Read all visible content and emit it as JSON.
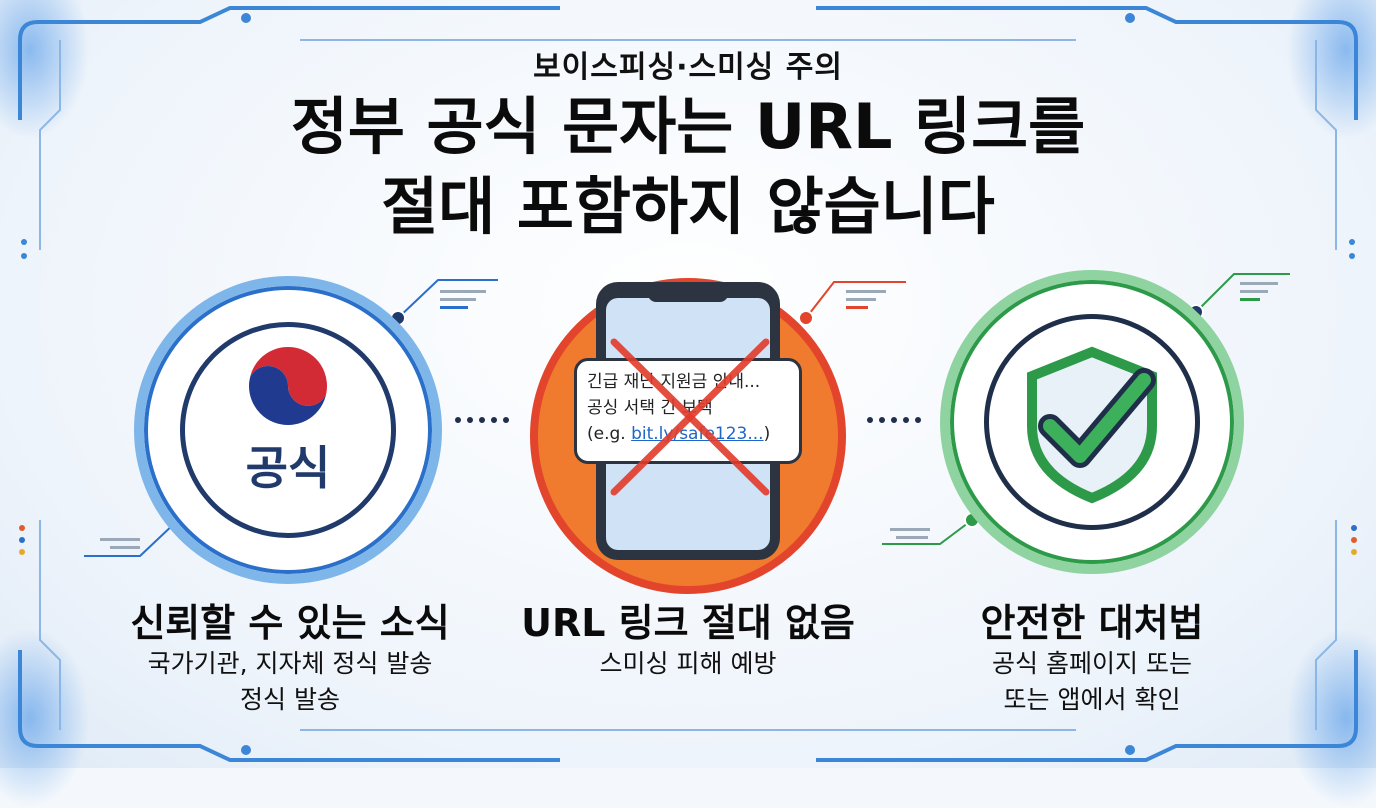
{
  "header": {
    "kicker": "보이스피싱·스미싱 주의",
    "headline_line1": "정부 공식 문자는 URL 링크를",
    "headline_line2": "절대 포함하지 않습니다"
  },
  "columns": [
    {
      "badge_text": "공식",
      "title": "신뢰할 수 있는 소식",
      "sub_line1": "국가기관, 지자체 정식 발송",
      "sub_line2": "정식 발송",
      "color": "#2a6fc9"
    },
    {
      "title": "URL 링크 절대 없음",
      "sub_line1": "스미싱 피해 예방",
      "sms": {
        "line1": "긴급 재난 지원금 안내...",
        "line2": "공싱 서택 긴 보택",
        "line3_prefix": "(e.g. ",
        "line3_link": "bit.ly/safe123...",
        "line3_suffix": ")"
      },
      "color": "#e2452b"
    },
    {
      "title": "안전한 대처법",
      "sub_line1": "공식 홈페이지 또는",
      "sub_line2": "또는 앱에서 확인",
      "color": "#2c9a48"
    }
  ],
  "icons": [
    "taegeuk-emblem-icon",
    "smartphone-icon",
    "red-x-icon",
    "checkmark-shield-icon"
  ]
}
